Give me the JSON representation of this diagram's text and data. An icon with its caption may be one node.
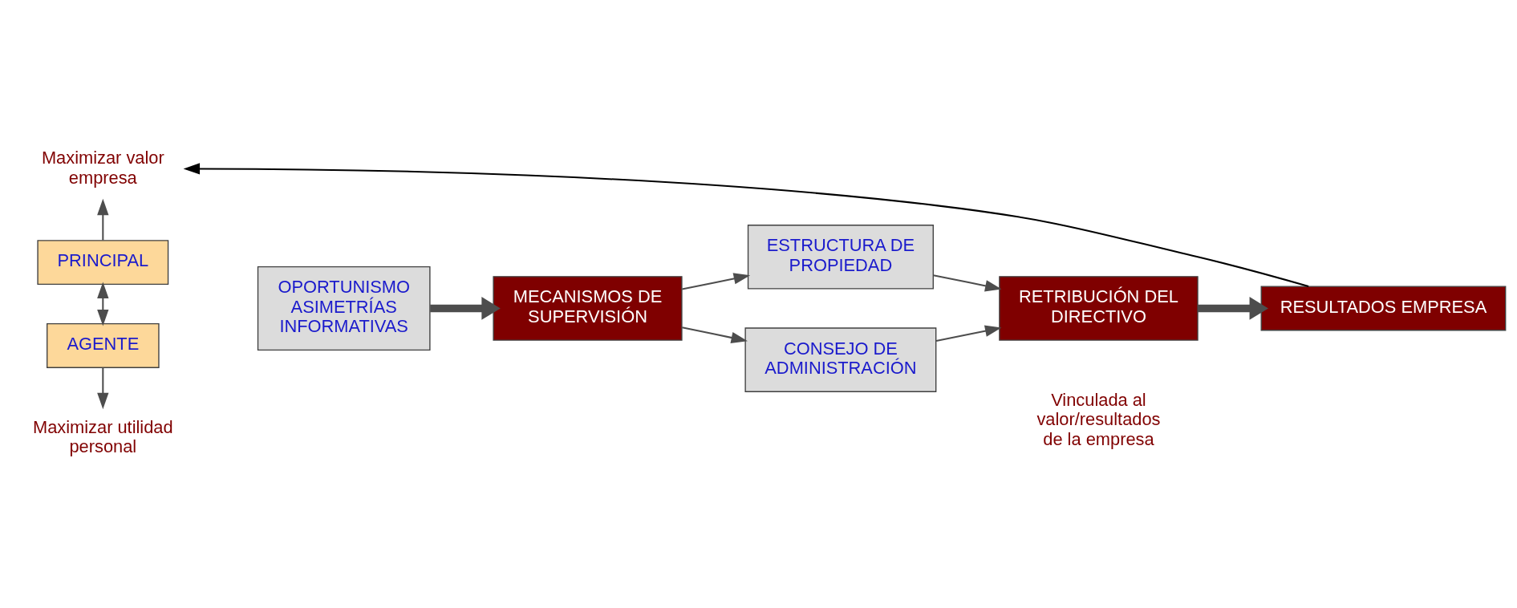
{
  "diagram": {
    "nodes": [
      {
        "text": [
          "Maximizar valor empresa"
        ]
      },
      {
        "text": [
          "PRINCIPAL"
        ]
      },
      {
        "text": [
          "AGENTE"
        ]
      },
      {
        "text": [
          "Maximizar utilidad personal"
        ]
      },
      {
        "text": [
          "OPORTUNISMO ASIMETRÍAS INFORMATIVAS"
        ]
      },
      {
        "text": [
          "MECANISMOS DE SUPERVISIÓN"
        ]
      },
      {
        "text": [
          "ESTRUCTURA DE PROPIEDAD"
        ]
      },
      {
        "text": [
          "CONSEJO DE ADMINISTRACIÓN"
        ]
      },
      {
        "text": [
          "RETRIBUCIÓN DEL DIRECTIVO"
        ],
        "beside": [
          "Vinculada al valor/resultados de la empresa"
        ]
      },
      {
        "text": [
          "RESULTADOS EMPRESA"
        ]
      }
    ],
    "edges": [
      {
        "from": 1,
        "to": 0,
        "arrow": "to"
      },
      {
        "from": 1,
        "to": 2,
        "arrow": "both"
      },
      {
        "from": 2,
        "to": 3,
        "arrow": "to"
      },
      {
        "from": 4,
        "to": 5,
        "arrow": "to",
        "style": "thick"
      },
      {
        "from": 5,
        "to": 6,
        "arrow": "to"
      },
      {
        "from": 5,
        "to": 7,
        "arrow": "to"
      },
      {
        "from": 6,
        "to": 8,
        "arrow": "to"
      },
      {
        "from": 7,
        "to": 8,
        "arrow": "to"
      },
      {
        "from": 8,
        "to": 9,
        "arrow": "to",
        "style": "thick"
      },
      {
        "from": 9,
        "to": 0,
        "arrow": "to",
        "color": "#000000"
      }
    ]
  }
}
